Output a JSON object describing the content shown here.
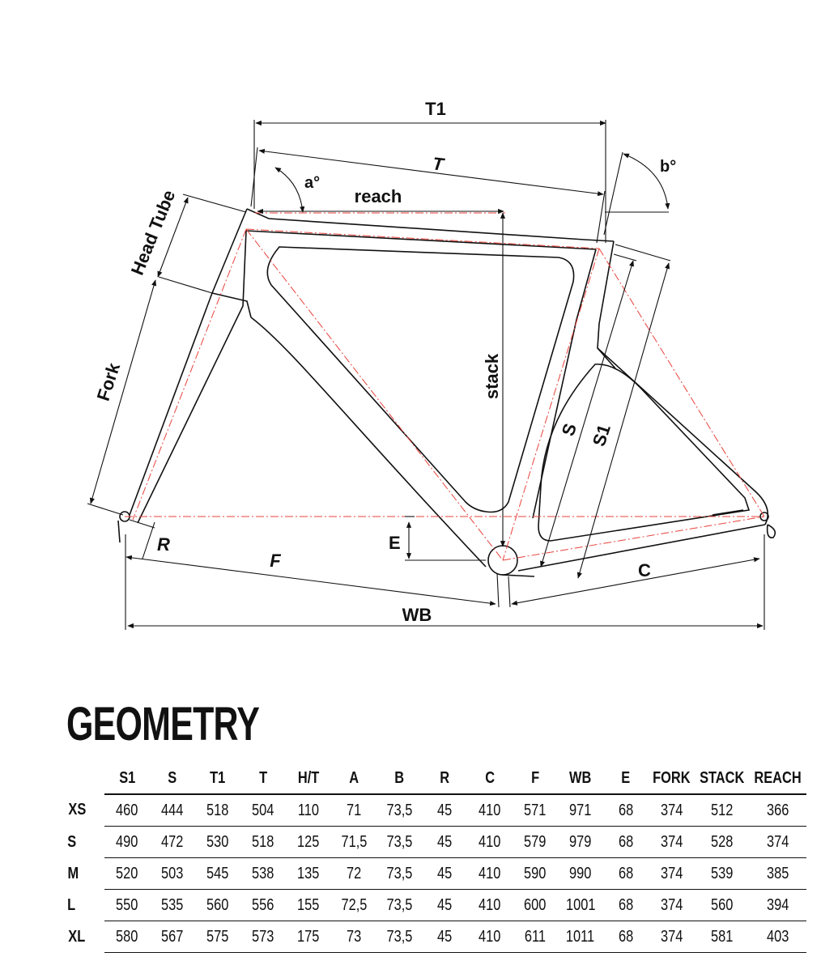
{
  "diagram": {
    "labels": {
      "t1": "T1",
      "t": "T",
      "a": "a°",
      "b": "b°",
      "reach": "reach",
      "head_tube": "Head Tube",
      "fork": "Fork",
      "stack": "stack",
      "s": "S",
      "s1": "S1",
      "r": "R",
      "e": "E",
      "f": "F",
      "c": "C",
      "wb": "WB"
    },
    "colors": {
      "frame_line": "#111111",
      "centerline": "#e8423c"
    }
  },
  "geometry": {
    "title": "GEOMETRY",
    "columns": [
      "S1",
      "S",
      "T1",
      "T",
      "H/T",
      "A",
      "B",
      "R",
      "C",
      "F",
      "WB",
      "E",
      "FORK",
      "STACK",
      "REACH"
    ],
    "rows": [
      {
        "size": "XS",
        "values": [
          "460",
          "444",
          "518",
          "504",
          "110",
          "71",
          "73,5",
          "45",
          "410",
          "571",
          "971",
          "68",
          "374",
          "512",
          "366"
        ]
      },
      {
        "size": "S",
        "values": [
          "490",
          "472",
          "530",
          "518",
          "125",
          "71,5",
          "73,5",
          "45",
          "410",
          "579",
          "979",
          "68",
          "374",
          "528",
          "374"
        ]
      },
      {
        "size": "M",
        "values": [
          "520",
          "503",
          "545",
          "538",
          "135",
          "72",
          "73,5",
          "45",
          "410",
          "590",
          "990",
          "68",
          "374",
          "539",
          "385"
        ]
      },
      {
        "size": "L",
        "values": [
          "550",
          "535",
          "560",
          "556",
          "155",
          "72,5",
          "73,5",
          "45",
          "410",
          "600",
          "1001",
          "68",
          "374",
          "560",
          "394"
        ]
      },
      {
        "size": "XL",
        "values": [
          "580",
          "567",
          "575",
          "573",
          "175",
          "73",
          "73,5",
          "45",
          "410",
          "611",
          "1011",
          "68",
          "374",
          "581",
          "403"
        ]
      }
    ]
  }
}
